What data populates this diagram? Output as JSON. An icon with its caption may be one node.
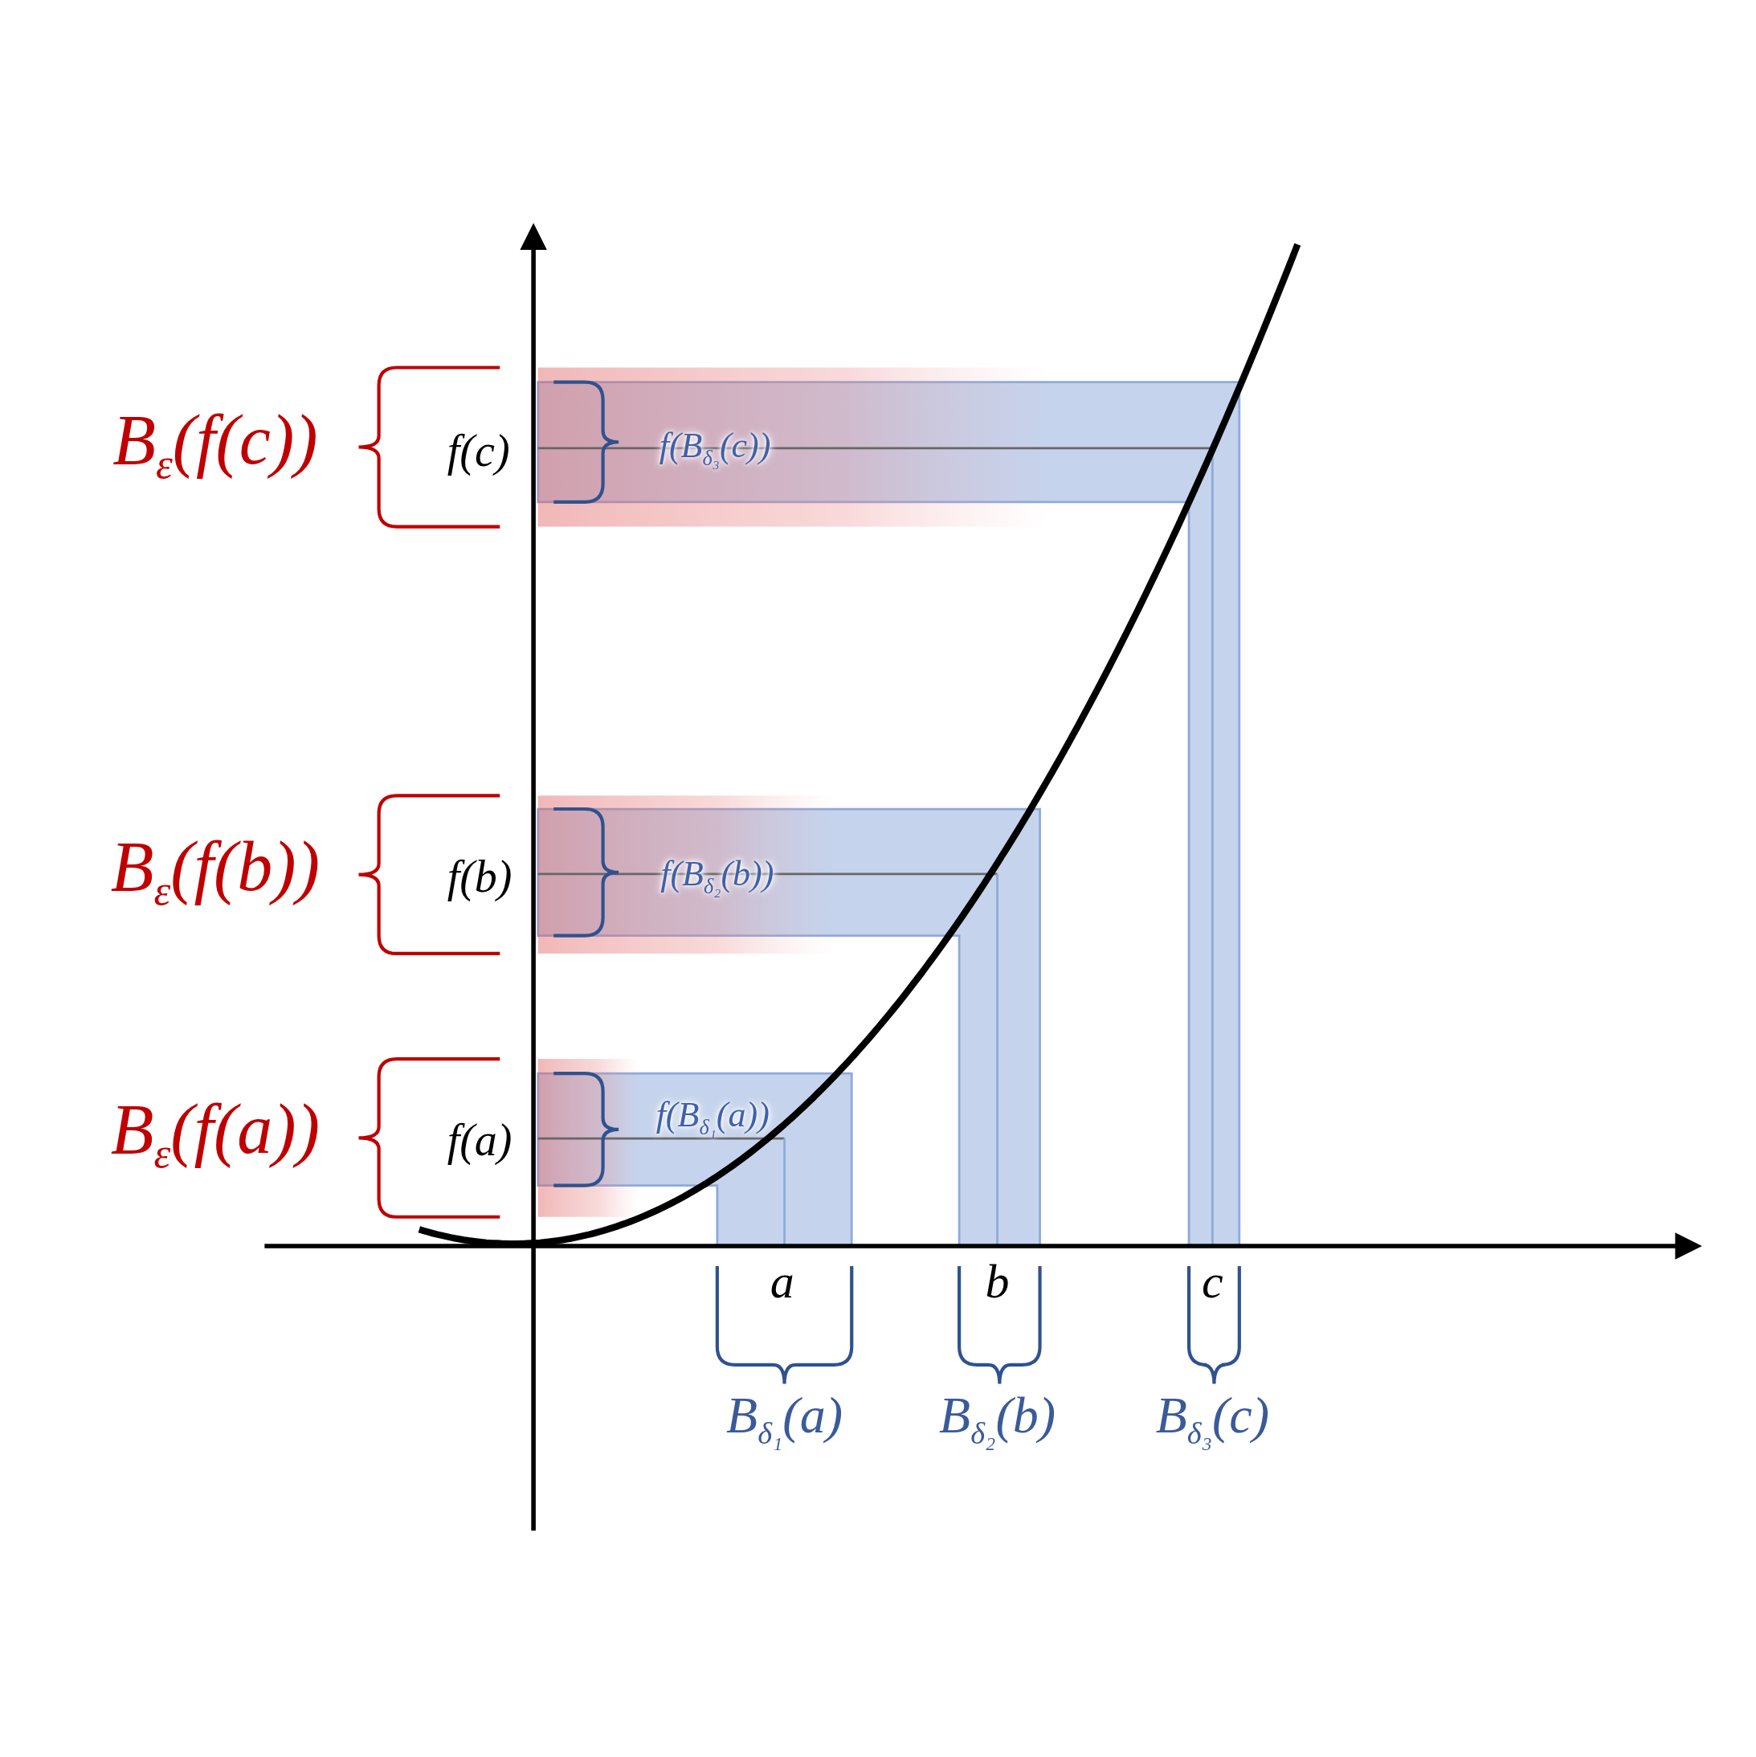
{
  "diagram": {
    "labels": [
      "B$_{ε}$(f(c))",
      "f(c)",
      "f(B$_{δ₃}$(c))",
      "B$_{ε}$(f(b))",
      "f(b)",
      "f(B$_{δ₂}$(b))",
      "B$_{ε}$(f(a))",
      "f(a)",
      "f(B$_{δ₁}$(a))",
      "a",
      "b",
      "c",
      "B$_{δ₁}$(a)",
      "B$_{δ₂}$(b)",
      "B$_{δ₃}$(c)"
    ]
  }
}
